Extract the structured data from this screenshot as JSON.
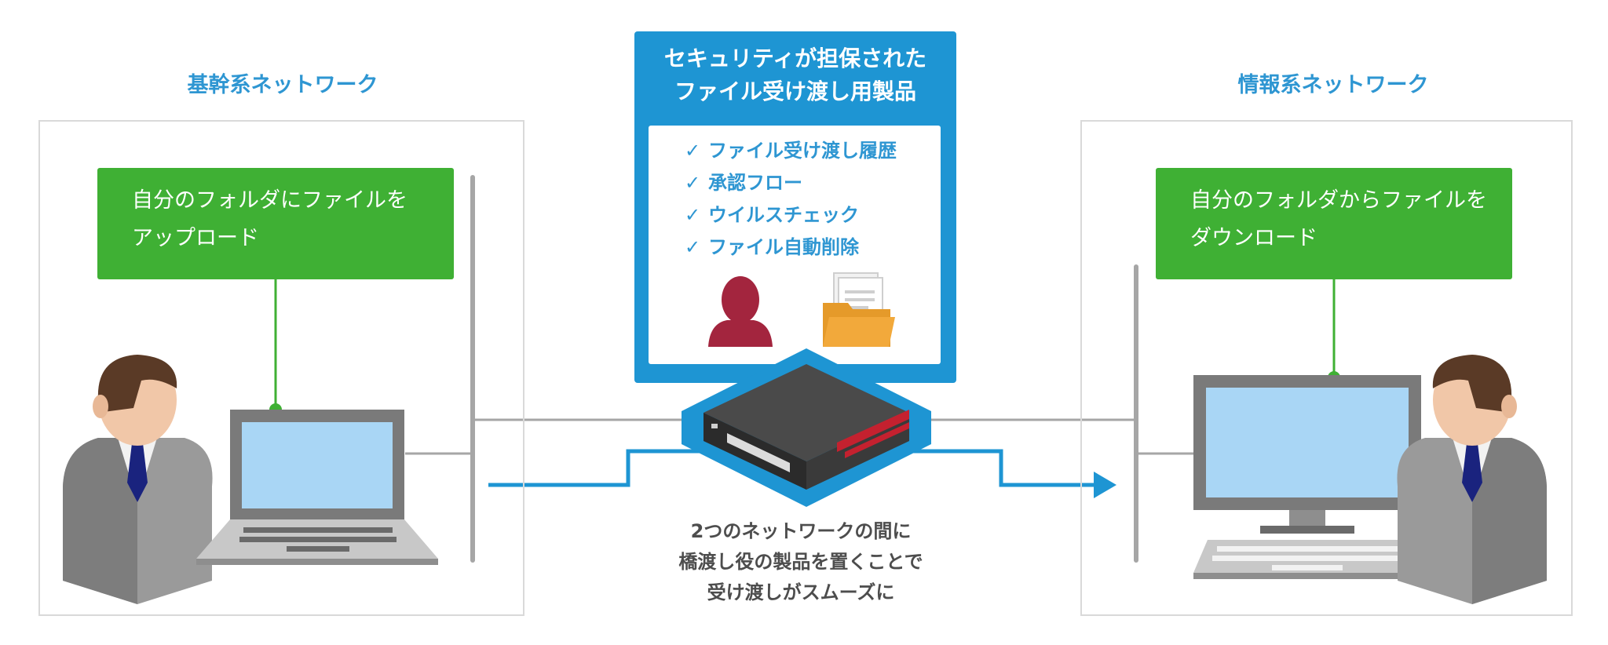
{
  "left_network": {
    "title": "基幹系ネットワーク",
    "message": [
      "自分のフォルダにファイルを",
      "アップロード"
    ]
  },
  "right_network": {
    "title": "情報系ネットワーク",
    "message": [
      "自分のフォルダからファイルを",
      "ダウンロード"
    ]
  },
  "product": {
    "title": [
      "セキュリティが担保された",
      "ファイル受け渡し用製品"
    ],
    "check_mark": "✓",
    "features": [
      "ファイル受け渡し履歴",
      "承認フロー",
      "ウイルスチェック",
      "ファイル自動削除"
    ]
  },
  "caption": [
    "2つのネットワークの間に",
    "橋渡し役の製品を置くことで",
    "受け渡しがスムーズに"
  ],
  "colors": {
    "accent_blue": "#1e95d3",
    "title_blue": "#2e96d2",
    "green": "#3fb034",
    "border_gray": "#d9d9d9",
    "line_gray": "#a6a6a6",
    "user_icon": "#a3253e",
    "folder": "#f2a93b",
    "device_red": "#c4212f"
  },
  "icons": [
    "user-icon",
    "folder-icon",
    "check-icon",
    "arrow-right-icon",
    "person-icon",
    "laptop-icon",
    "desktop-monitor-icon",
    "network-appliance-icon"
  ]
}
